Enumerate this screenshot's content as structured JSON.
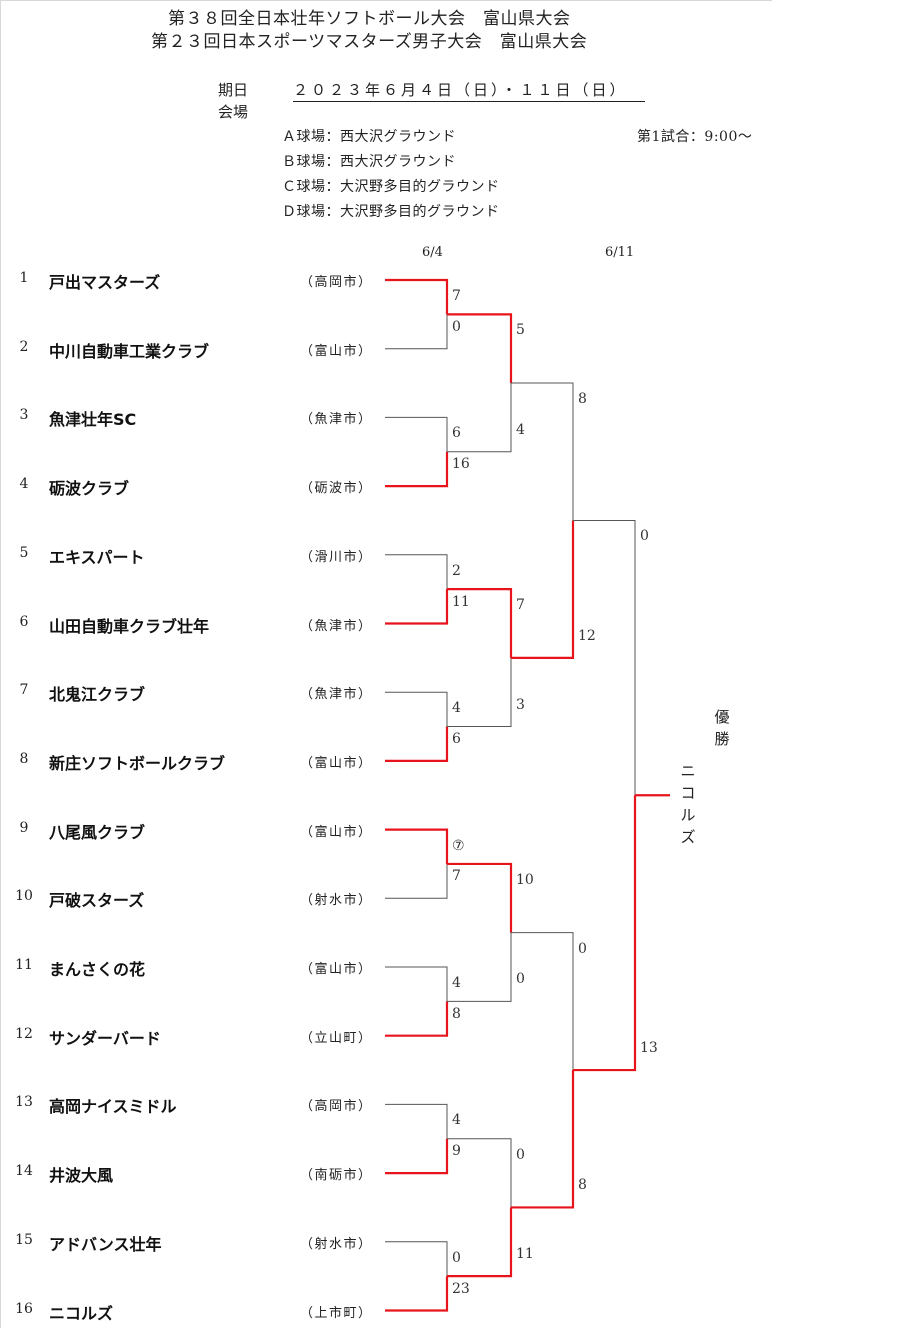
{
  "titles": [
    "第３８回全日本壮年ソフトボール大会　富山県大会",
    "第２３回日本スポーツマスターズ男子大会　富山県大会"
  ],
  "date_label": "期日",
  "date_value": "２０２３年６月４日（日）・１１日（日）",
  "venue_label": "会場",
  "venues": [
    "Ａ球場：西大沢グラウンド",
    "Ｂ球場：西大沢グラウンド",
    "Ｃ球場：大沢野多目的グラウンド",
    "Ｄ球場：大沢野多目的グラウンド"
  ],
  "first_match": "第1試合：9:00～",
  "round_dates": [
    "6/4",
    "6/11"
  ],
  "teams": [
    {
      "no": "1",
      "name": "戸出マスターズ",
      "city": "（高岡市）"
    },
    {
      "no": "2",
      "name": "中川自動車工業クラブ",
      "city": "（富山市）"
    },
    {
      "no": "3",
      "name": "魚津壮年SC",
      "city": "（魚津市）"
    },
    {
      "no": "4",
      "name": "砺波クラブ",
      "city": "（砺波市）"
    },
    {
      "no": "5",
      "name": "エキスパート",
      "city": "（滑川市）"
    },
    {
      "no": "6",
      "name": "山田自動車クラブ壮年",
      "city": "（魚津市）"
    },
    {
      "no": "7",
      "name": "北鬼江クラブ",
      "city": "（魚津市）"
    },
    {
      "no": "8",
      "name": "新庄ソフトボールクラブ",
      "city": "（富山市）"
    },
    {
      "no": "9",
      "name": "八尾風クラブ",
      "city": "（富山市）"
    },
    {
      "no": "10",
      "name": "戸破スターズ",
      "city": "（射水市）"
    },
    {
      "no": "11",
      "name": "まんさくの花",
      "city": "（富山市）"
    },
    {
      "no": "12",
      "name": "サンダーバード",
      "city": "（立山町）"
    },
    {
      "no": "13",
      "name": "高岡ナイスミドル",
      "city": "（高岡市）"
    },
    {
      "no": "14",
      "name": "井波大風",
      "city": "（南砺市）"
    },
    {
      "no": "15",
      "name": "アドバンス壮年",
      "city": "（射水市）"
    },
    {
      "no": "16",
      "name": "ニコルズ",
      "city": "（上市町）"
    }
  ],
  "scores": {
    "r1": [
      "7",
      "0",
      "6",
      "16",
      "2",
      "11",
      "4",
      "6",
      "⑦",
      "7",
      "4",
      "8",
      "4",
      "9",
      "0",
      "23"
    ],
    "r2": [
      "5",
      "4",
      "7",
      "3",
      "10",
      "0",
      "0",
      "11"
    ],
    "r3": [
      "8",
      "12",
      "0",
      "8"
    ],
    "final": [
      "0",
      "13"
    ]
  },
  "champion_label": "優勝",
  "champion": "ニコルズ",
  "colors": {
    "winner_line": "#e8141c",
    "loser_line": "#555555"
  }
}
